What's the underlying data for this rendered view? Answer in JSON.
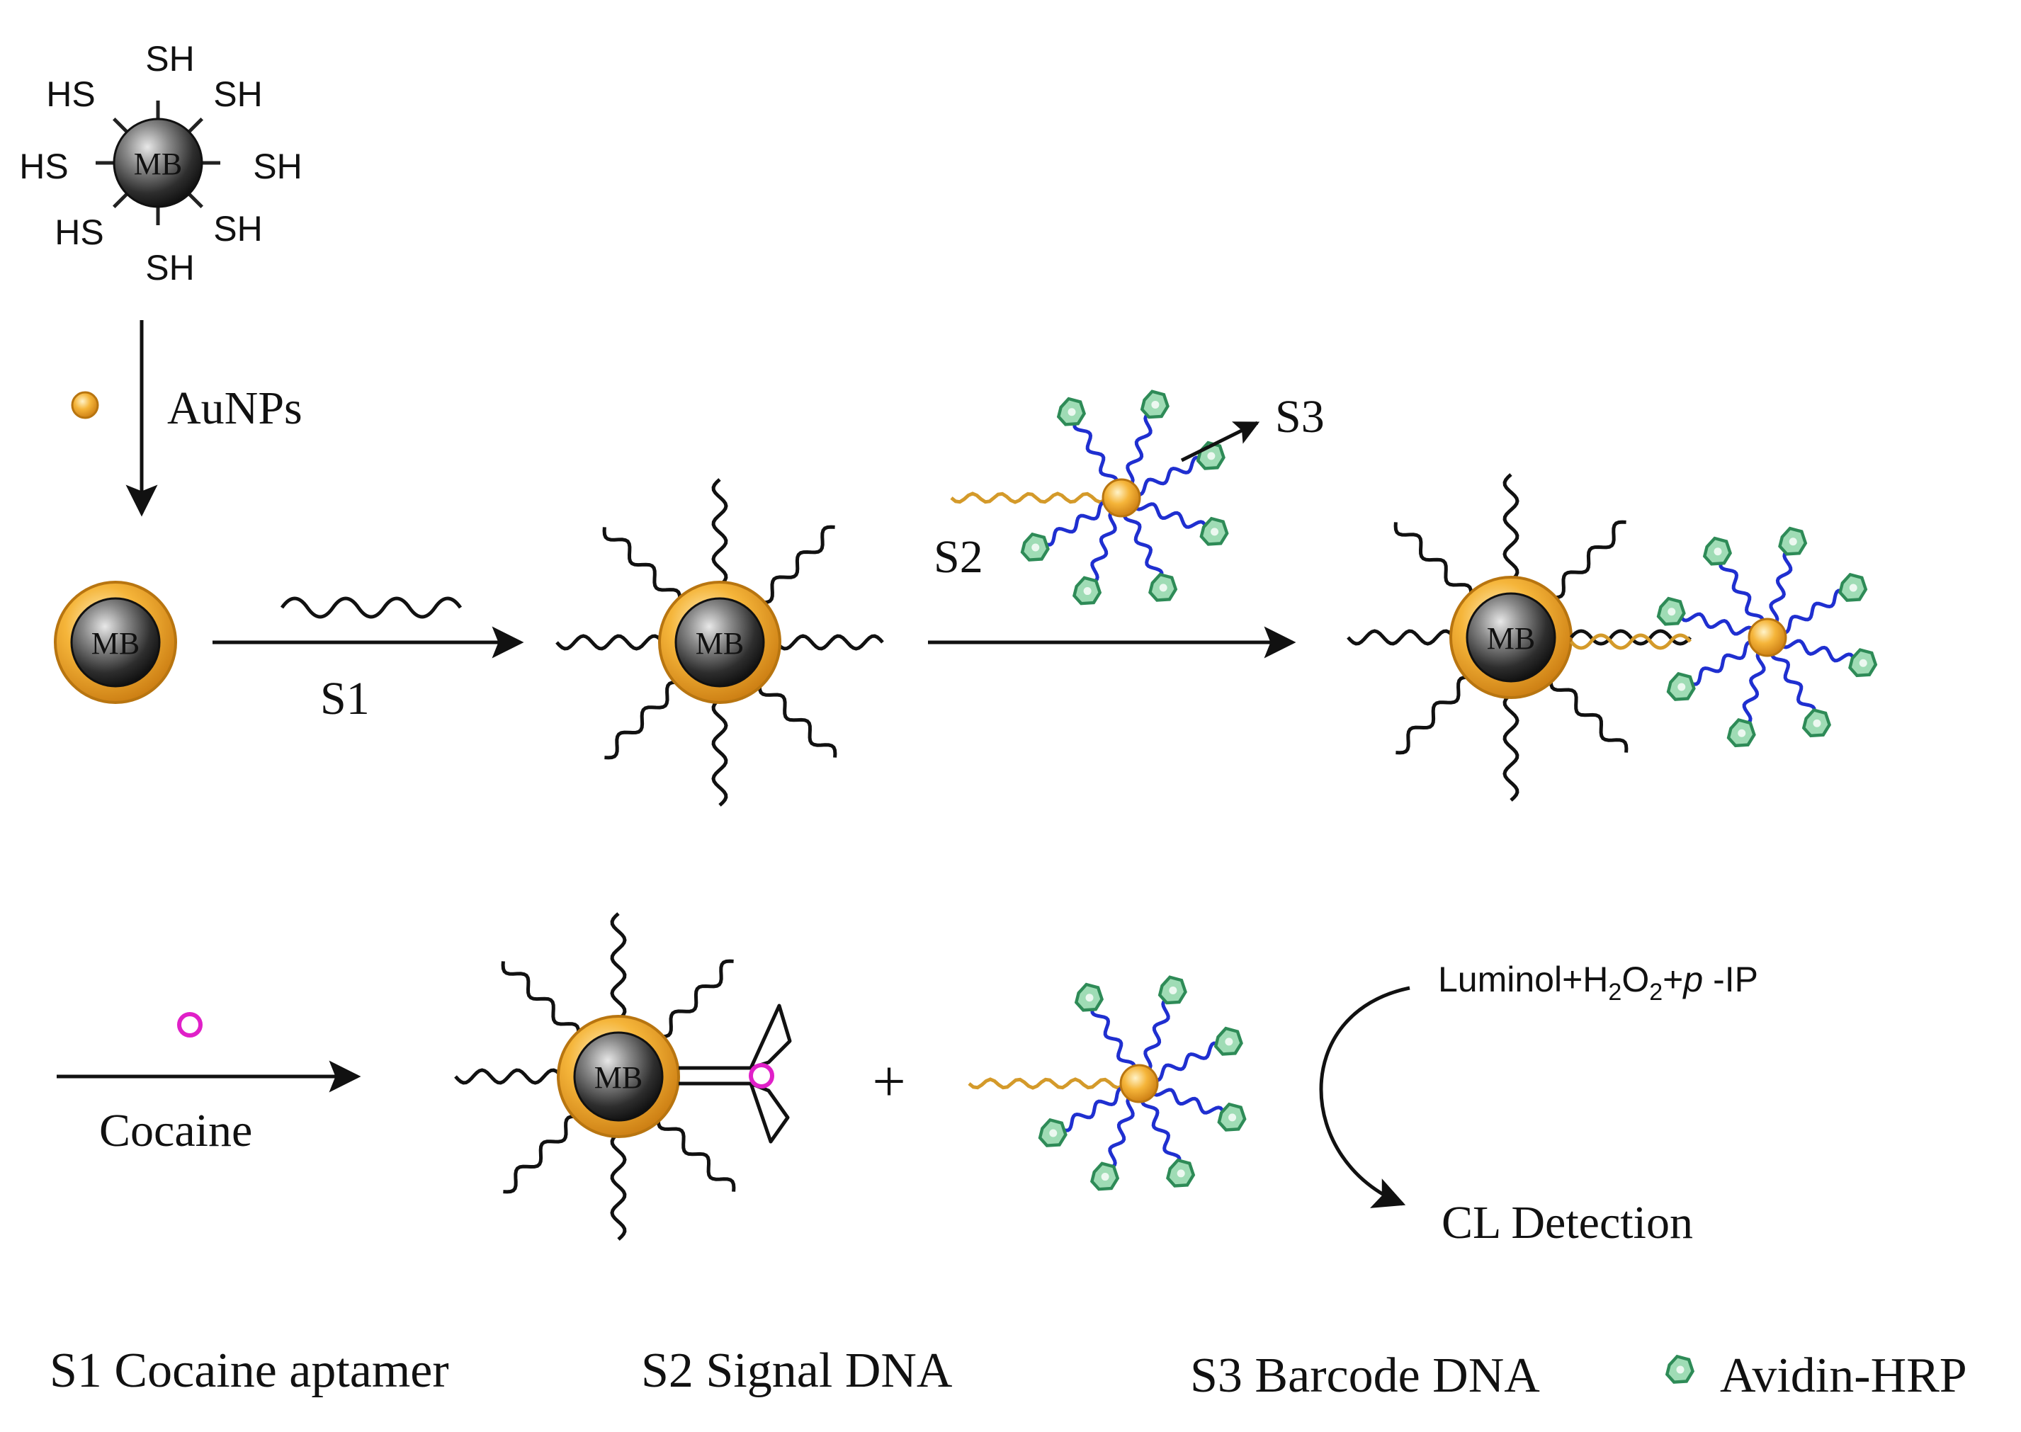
{
  "thiols": [
    "SH",
    "SH",
    "SH",
    "SH",
    "SH",
    "HS",
    "HS",
    "HS"
  ],
  "bead_label": "MB",
  "steps": {
    "aunps": "AuNPs",
    "s1": "S1",
    "s2": "S2",
    "s3": "S3",
    "cocaine": "Cocaine",
    "plus": "+",
    "reagents": {
      "a": "Luminol+H",
      "sub1": "2",
      "b": "O",
      "sub2": "2",
      "c": "+",
      "italic": "p",
      "d": " -IP"
    },
    "detection": "CL Detection"
  },
  "legend": {
    "s1": "S1  Cocaine aptamer",
    "s2": "S2  Signal DNA",
    "s3": "S3 Barcode DNA",
    "hrp": "Avidin-HRP"
  },
  "colors": {
    "bead_core": "#2a2a2a",
    "gold": "#e8a11a",
    "gold_shell": "#f0a528",
    "aptamer": "#111111",
    "barcode_dna": "#1f2fd0",
    "signal_dna": "#d49a2a",
    "hrp_fill": "#8fd6a8",
    "hrp_stroke": "#2e8b57",
    "cocaine": "#e020c8"
  }
}
